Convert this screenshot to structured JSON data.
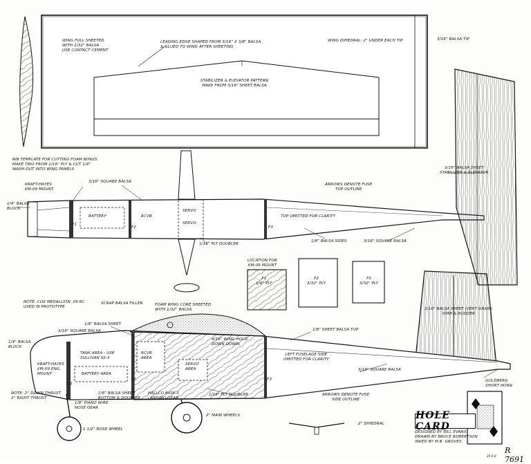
{
  "notes": {
    "wing_sheeted": "WING FULL SHEETED\nWITH 1/32\" BALSA\nUSE CONTACT CEMENT",
    "leading_edge": "LEADING EDGE SHAPED FROM 3/16\" X 3/8\" BALSA\n& GLUED TO WING AFTER SHEETING",
    "wing_dihedral": "WING DIHEDRAL: 2\" UNDER EACH TIP",
    "balsa_tip": "3/16\" BALSA TIP",
    "stab_pattern": "STABILIZER & ELEVATOR PATTERN\nMAKE FROM 3/16\" SHEET BALSA",
    "rib_template": "RIB TEMPLATE FOR CUTTING FOAM WINGS.\nMAKE TWO FROM 1/16\" PLY & CUT 1/4\"\nWASH-OUT INTO WING PANELS",
    "kraft_mount_top": "KRAFT-HAYES\nKM-09 MOUNT",
    "square_balsa_top": "3/16\" SQUARE BALSA",
    "balsa_block_top": "1/4\" BALSA\nBLOCK",
    "battery": "BATTERY",
    "rcvr": "RCVR",
    "servo": "SERVO",
    "f1": "F1",
    "f2": "F2",
    "f3": "F3",
    "arrows_top": "ARROWS DENOTE FUSE\nTOP OUTLINE",
    "top_omitted": "TOP OMITTED FOR CLARITY",
    "balsa_sides": "1/8\" BALSA SIDES",
    "square_balsa_mid": "3/16\" SQUARE BALSA",
    "ply_doubler_top": "1/16\" PLY DOUBLER",
    "stab_sheet": "3/16\" BALSA SHEET\nSTABILIZER & ELEVATOR",
    "location_mount": "LOCATION FOR\nKM-09 MOUNT",
    "f1_ply": "F1\n1/4\" PLY",
    "f2_ply": "F2\n3/32\" PLY",
    "f3_ply": "F3\n3/32\" PLY",
    "engine_note": "NOTE: COX MEDALLION .09 RC\nUSED IN PROTOTYPE",
    "scrap_filler": "SCRAP BALSA FILLER",
    "foam_cone": "FOAM WING CORE SHEETED\nWITH 1/32\" BALSA",
    "balsa_sheet": "1/8\" BALSA SHEET",
    "square_balsa_side": "3/16\" SQUARE BALSA",
    "balsa_block_side": "1/4\" BALSA\nBLOCK",
    "kraft_mount_side": "KRAFT-HAYES\nKM-09 ENG.\nMOUNT",
    "tank_area": "TANK AREA - USE\nSULLIVAN SS-3",
    "battery_area": "BATTERY AREA",
    "rcvr_area": "RCVR\nAREA",
    "servo_area": "SERVO\nAREA",
    "wing_dowel": "3/16\" WING HOLD-\nDOWN DOWEL",
    "left_side_omitted": "LEFT FUSELAGE SIDE\nOMITTED FOR CLARITY",
    "sheet_top": "1/8\" SHEET BALSA TOP",
    "square_balsa_low": "3/16\" SQUARE BALSA",
    "vert_grain": "3/16\" BALSA SHEET (VERT GRAIN)\nSTAB & RUDDER",
    "goldberg": "GOLDBERG\nSHORT HORN",
    "thrust_note": "NOTE: 2° DOWN THRUST\n2° RIGHT THRUST",
    "bottom_doubler": "1/8\" BALSA SHEET\nBOTTOM & DOUBLER",
    "hallco": "HALLCO BIOS-3\nLANDING GEAR",
    "ply_doubler_side": "1/16\" PLY DOUBLER",
    "arrows_side": "ARROWS DENOTE FUSE\nSIDE OUTLINE",
    "piano_wire": "1/8\" PIANO WIRE\nNOSE GEAR",
    "nose_wheel": "1 1/2\" NOSE WHEEL",
    "main_wheels": "2\" MAIN WHEELS",
    "dihedral_2": "2\" DIHEDRAL",
    "title": "HOLE CARD",
    "credits": "DESIGNED BY BILL EVANS\nDRAWN BY BRUCE ROBERTSON\nINKED BY M.B. GROVES",
    "plan_number": "R 7691",
    "tiny_corner": "20-6-8"
  },
  "colors": {
    "ink": "#111111",
    "paper": "#fdfdfb"
  }
}
